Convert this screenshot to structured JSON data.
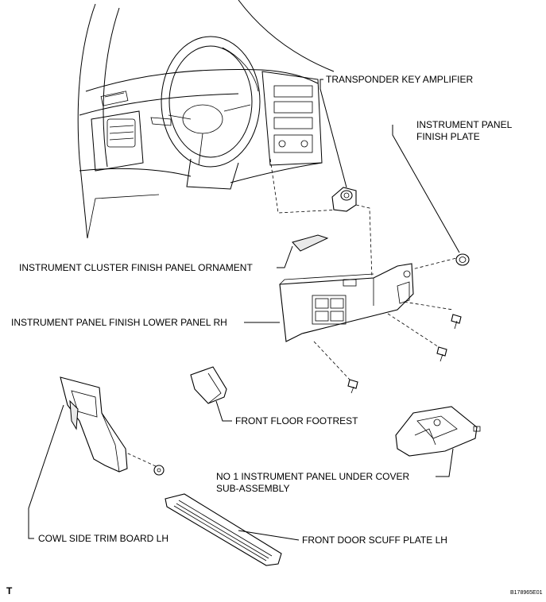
{
  "labels": {
    "transponder": "TRANSPONDER KEY AMPLIFIER",
    "finish_plate_1": "INSTRUMENT PANEL",
    "finish_plate_2": "FINISH PLATE",
    "cluster_ornament": "INSTRUMENT CLUSTER FINISH PANEL ORNAMENT",
    "lower_panel_rh": "INSTRUMENT PANEL FINISH LOWER PANEL RH",
    "footrest": "FRONT FLOOR FOOTREST",
    "under_cover_1": "NO  1 INSTRUMENT PANEL UNDER COVER",
    "under_cover_2": "SUB-ASSEMBLY",
    "cowl_trim": "COWL SIDE TRIM BOARD LH",
    "scuff_plate": "FRONT DOOR SCUFF PLATE LH"
  },
  "corner_mark": "T",
  "figure_code": "B178965E01"
}
